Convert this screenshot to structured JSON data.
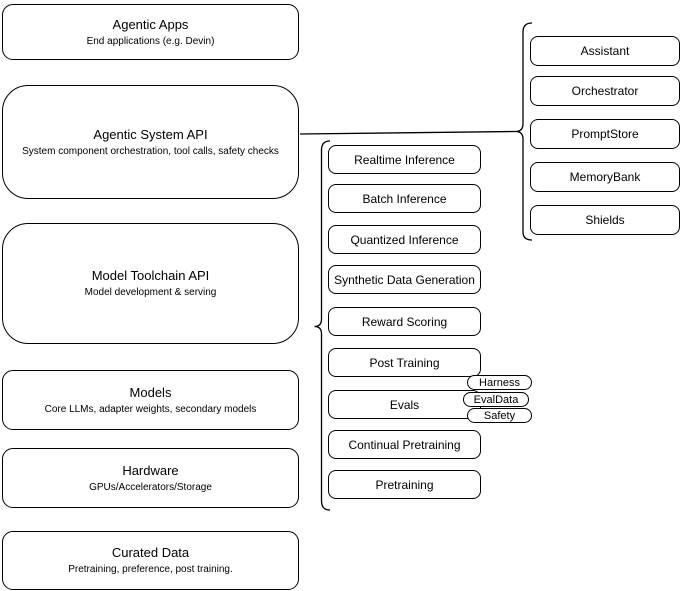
{
  "diagram": {
    "stroke_color": "#000000",
    "background_color": "#ffffff"
  },
  "left_stack": [
    {
      "title": "Agentic Apps",
      "subtitle": "End applications (e.g. Devin)"
    },
    {
      "title": "Agentic System API",
      "subtitle": "System component orchestration, tool calls, safety checks"
    },
    {
      "title": "Model Toolchain API",
      "subtitle": "Model development & serving"
    },
    {
      "title": "Models",
      "subtitle": "Core LLMs, adapter weights, secondary models"
    },
    {
      "title": "Hardware",
      "subtitle": "GPUs/Accelerators/Storage"
    },
    {
      "title": "Curated Data",
      "subtitle": "Pretraining, preference, post training."
    }
  ],
  "toolchain_services": [
    {
      "label": "Realtime Inference"
    },
    {
      "label": "Batch Inference"
    },
    {
      "label": "Quantized Inference"
    },
    {
      "label": "Synthetic Data Generation"
    },
    {
      "label": "Reward Scoring"
    },
    {
      "label": "Post Training"
    },
    {
      "label": "Evals"
    },
    {
      "label": "Continual Pretraining"
    },
    {
      "label": "Pretraining"
    }
  ],
  "system_components": [
    {
      "label": "Assistant"
    },
    {
      "label": "Orchestrator"
    },
    {
      "label": "PromptStore"
    },
    {
      "label": "MemoryBank"
    },
    {
      "label": "Shields"
    }
  ],
  "eval_tags": [
    {
      "label": "Harness"
    },
    {
      "label": "EvalData"
    },
    {
      "label": "Safety"
    }
  ]
}
